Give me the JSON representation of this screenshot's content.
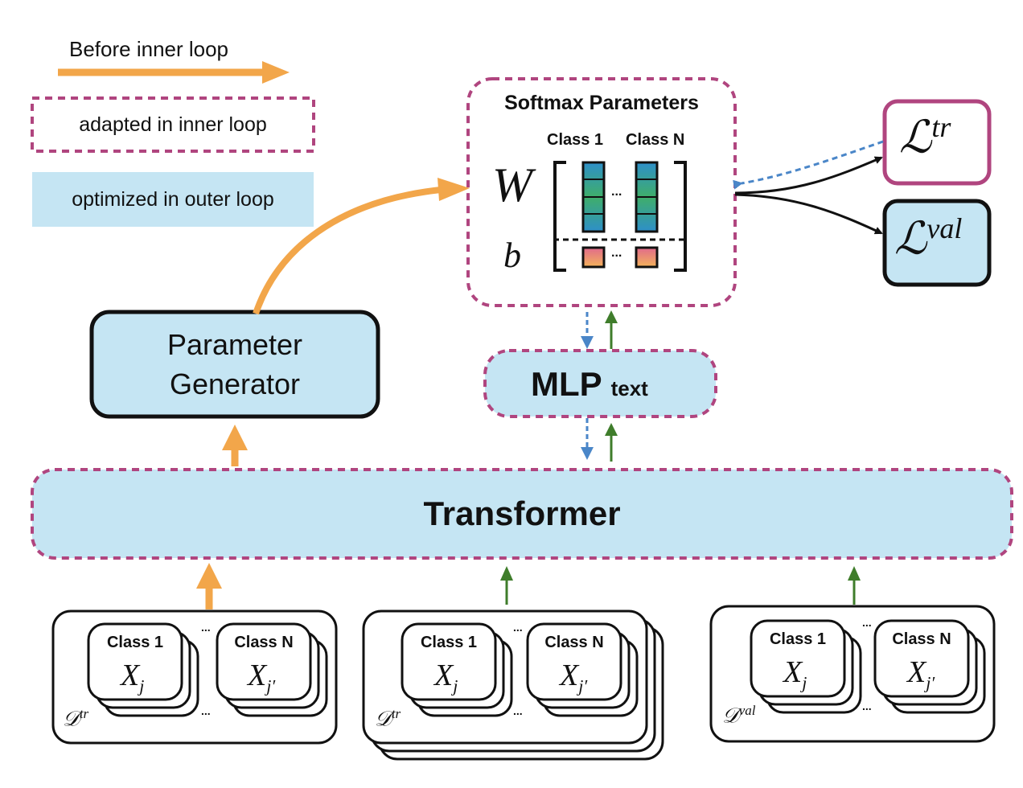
{
  "legend": {
    "before_inner_loop": "Before inner loop",
    "adapted_inner_loop": "adapted in inner loop",
    "optimized_outer_loop": "optimized in outer loop"
  },
  "softmax": {
    "title": "Softmax Parameters",
    "class_first": "Class 1",
    "class_last": "Class N",
    "W": "W",
    "b": "b",
    "ellipsis": "..."
  },
  "losses": {
    "train_symbol": "ℒ",
    "train_sup": "tr",
    "val_symbol": "ℒ",
    "val_sup": "val"
  },
  "param_generator": {
    "line1": "Parameter",
    "line2": "Generator"
  },
  "mlp": {
    "label": "MLP",
    "sub": "text"
  },
  "transformer": {
    "label": "Transformer"
  },
  "datasets": [
    {
      "class_first": "Class 1",
      "class_last": "Class N",
      "x_first": "X",
      "x_first_sub": "j",
      "x_last": "X",
      "x_last_sub": "j′",
      "d_symbol": "𝒟",
      "d_sup": "tr",
      "ellipsis": "..."
    },
    {
      "class_first": "Class 1",
      "class_last": "Class N",
      "x_first": "X",
      "x_first_sub": "j",
      "x_last": "X",
      "x_last_sub": "j′",
      "d_symbol": "𝒟",
      "d_sup": "tr",
      "ellipsis": "..."
    },
    {
      "class_first": "Class 1",
      "class_last": "Class N",
      "x_first": "X",
      "x_first_sub": "j",
      "x_last": "X",
      "x_last_sub": "j′",
      "d_symbol": "𝒟",
      "d_sup": "val",
      "ellipsis": "..."
    }
  ],
  "colors": {
    "orange": "#F2A64A",
    "green": "#3F7D2B",
    "blue_dashed": "#4A86C8",
    "magenta": "#B0457F",
    "light_blue": "#C5E5F3",
    "black": "#111111"
  }
}
